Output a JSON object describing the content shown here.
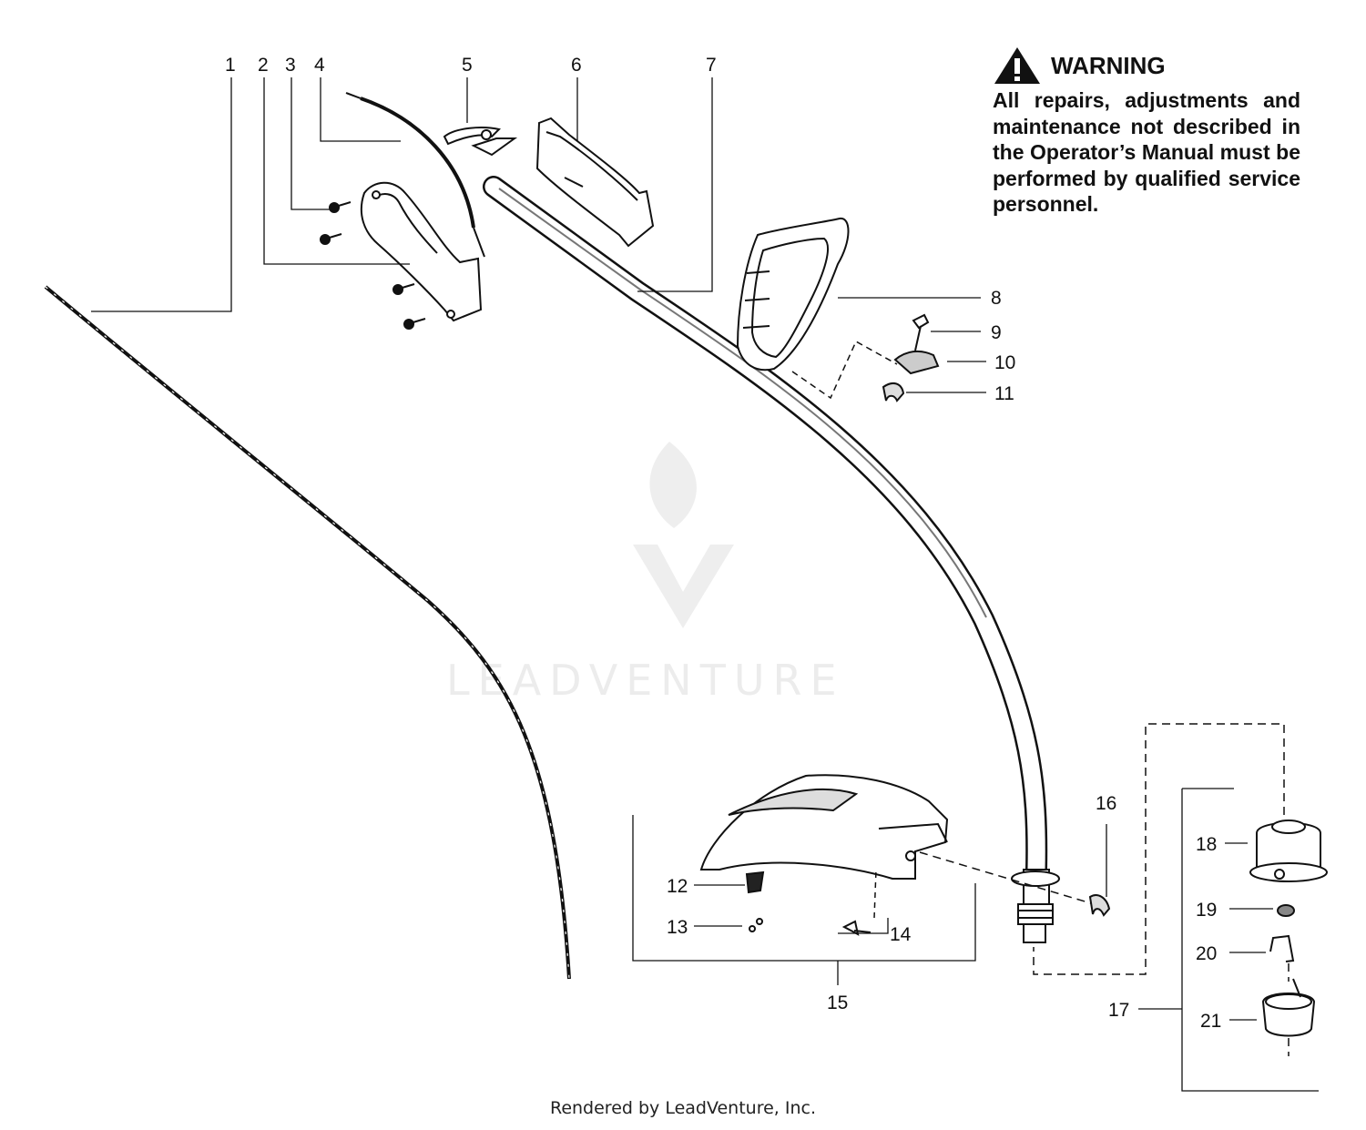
{
  "warning": {
    "heading": "WARNING",
    "body": "All repairs, adjustments and maintenance not described in the Operator’s Manual must be performed by qualified service personnel."
  },
  "watermark": "LEADVENTURE",
  "footer": "Rendered by LeadVenture, Inc.",
  "callouts": {
    "c1": "1",
    "c2": "2",
    "c3": "3",
    "c4": "4",
    "c5": "5",
    "c6": "6",
    "c7": "7",
    "c8": "8",
    "c9": "9",
    "c10": "10",
    "c11": "11",
    "c12": "12",
    "c13": "13",
    "c14": "14",
    "c15": "15",
    "c16": "16",
    "c17": "17",
    "c18": "18",
    "c19": "19",
    "c20": "20",
    "c21": "21"
  }
}
